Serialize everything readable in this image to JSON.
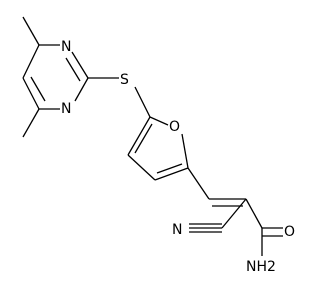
{
  "molecule": {
    "atoms": {
      "n_top": "N",
      "n_bottom": "N",
      "sulfur": "S",
      "furan_o": "O",
      "nitrile_n": "N",
      "carbonyl_o": "O",
      "amide_nh2": "NH2"
    },
    "colors": {
      "line": "#000000",
      "background": "#ffffff"
    }
  }
}
